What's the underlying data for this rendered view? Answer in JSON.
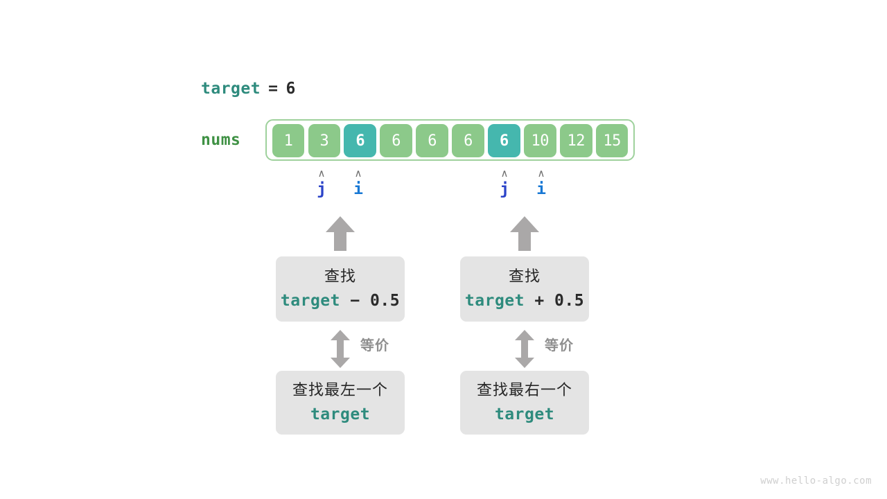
{
  "title_line": {
    "variable": "target",
    "operator": "=",
    "value": "6"
  },
  "array": {
    "label": "nums",
    "values": [
      "1",
      "3",
      "6",
      "6",
      "6",
      "6",
      "6",
      "10",
      "12",
      "15"
    ],
    "highlighted_indices": [
      2,
      6
    ],
    "cell_color": "#8cc98a",
    "highlight_color": "#45b7ae",
    "frame_border_color": "#9ed19c"
  },
  "pointers": [
    {
      "name": "j",
      "caret": "∧",
      "index": 1,
      "color": "#2b43c8"
    },
    {
      "name": "i",
      "caret": "∧",
      "index": 2,
      "color": "#1878d4"
    },
    {
      "name": "j",
      "caret": "∧",
      "index": 6,
      "color": "#2b43c8"
    },
    {
      "name": "i",
      "caret": "∧",
      "index": 7,
      "color": "#1878d4"
    }
  ],
  "columns": [
    {
      "top_box": {
        "line1": "查找",
        "expr_var": "target",
        "expr_op": " − ",
        "expr_num": "0.5"
      },
      "equiv_label": "等价",
      "bottom_box": {
        "line1": "查找最左一个",
        "line2": "target"
      }
    },
    {
      "top_box": {
        "line1": "查找",
        "expr_var": "target",
        "expr_op": " + ",
        "expr_num": "0.5"
      },
      "equiv_label": "等价",
      "bottom_box": {
        "line1": "查找最右一个",
        "line2": "target"
      }
    }
  ],
  "watermark": "www.hello-algo.com",
  "colors": {
    "teal_text": "#2e8b7d",
    "green_text": "#3f9144",
    "arrow_gray": "#aaa8a8",
    "box_bg": "#e4e4e4"
  }
}
